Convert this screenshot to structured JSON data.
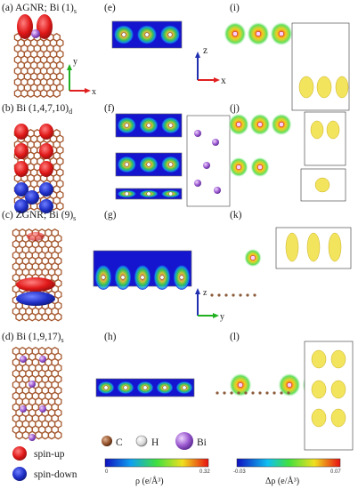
{
  "panels": {
    "a": "(a) AGNR; Bi (1)",
    "a_sub": "s",
    "b": "(b) Bi (1,4,7,10)",
    "b_sub": "d",
    "c": "(c) ZGNR; Bi (9)",
    "c_sub": "s",
    "d": "(d) Bi (1,9,17)",
    "d_sub": "s",
    "e": "(e)",
    "f": "(f)",
    "g": "(g)",
    "h": "(h)",
    "i": "(i)",
    "j": "(j)",
    "k": "(k)",
    "l": "(l)"
  },
  "axes": {
    "y": "y",
    "x": "x",
    "z": "z",
    "x2": "x",
    "z2": "z",
    "y2": "y"
  },
  "legend": {
    "spin_up": "spin-up",
    "spin_down": "spin-down",
    "atom_c": "C",
    "atom_h": "H",
    "atom_bi": "Bi"
  },
  "colorbars": {
    "rho": {
      "label": "ρ (e/Å³)",
      "min": "0",
      "max": "0.32"
    },
    "drho": {
      "label": "Δρ (e/Å³)",
      "min": "-0.03",
      "max": "0.07"
    }
  },
  "colors": {
    "carbon": "#a0522d",
    "hydrogen": "#e8e8e8",
    "bismuth": "#9b59d0",
    "spin_up": "#e02020",
    "spin_down": "#2030c0",
    "charge_bg": "#1515d0",
    "isosurface": "#e8e030"
  }
}
